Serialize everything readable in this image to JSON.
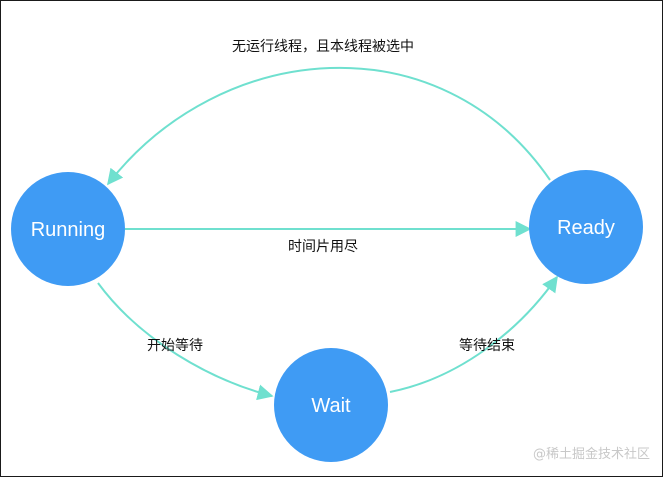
{
  "colors": {
    "node_fill": "#3f9bf4",
    "edge_color": "#6fe0cf",
    "label_color": "#111111",
    "watermark_color": "#c8c8c8"
  },
  "nodes": {
    "running": "Running",
    "ready": "Ready",
    "wait": "Wait"
  },
  "edges": {
    "ready_to_running": "无运行线程，且本线程被选中",
    "running_to_ready": "时间片用尽",
    "running_to_wait": "开始等待",
    "wait_to_ready": "等待结束"
  },
  "watermark": "@稀土掘金技术社区"
}
